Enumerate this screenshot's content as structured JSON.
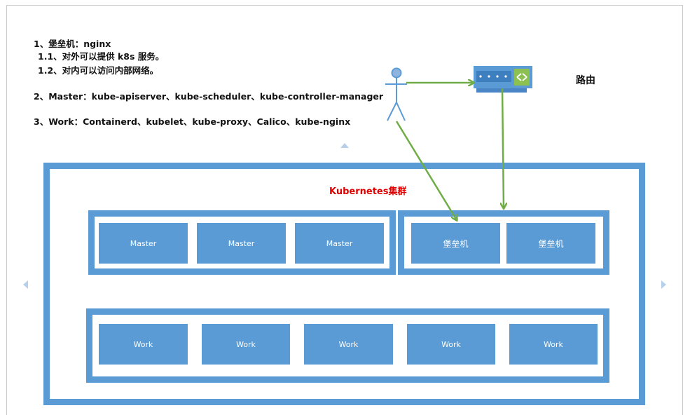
{
  "notes": [
    "1、堡垒机：nginx",
    "1.1、对外可以提供 k8s 服务。",
    "1.2、对内可以访问内部网络。",
    "2、Master：kube-apiserver、kube-scheduler、kube-controller-manager",
    "3、Work：Containerd、kubelet、kube-proxy、Calico、kube-nginx"
  ],
  "router_label": "路由",
  "cluster": {
    "title": "Kubernetes集群",
    "masters": [
      "Master",
      "Master",
      "Master"
    ],
    "bastions": [
      "堡垒机",
      "堡垒机"
    ],
    "workers": [
      "Work",
      "Work",
      "Work",
      "Work",
      "Work"
    ]
  },
  "colors": {
    "box": "#5b9bd5",
    "arrow": "#70ad47",
    "title": "#e00000"
  },
  "icons": {
    "user": "person-icon",
    "router": "router-icon"
  }
}
